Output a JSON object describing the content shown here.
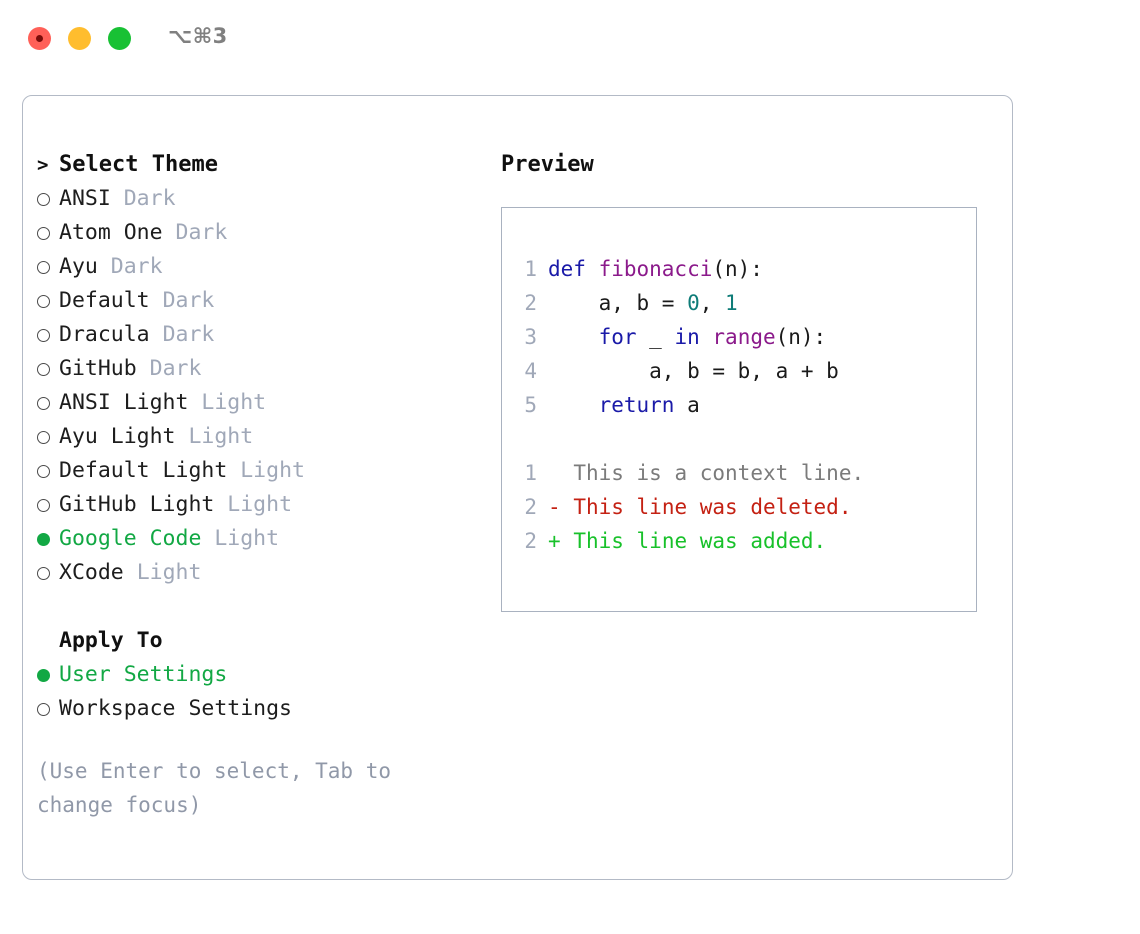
{
  "window": {
    "shortcut": "⌥⌘3",
    "traffic_lights": [
      "close-button",
      "minimize-button",
      "maximize-button"
    ]
  },
  "theme_picker": {
    "header_marker": ">",
    "header_label": "Select Theme",
    "unselected_marker": "○",
    "selected_marker": "●",
    "accent_color": "#12a844",
    "themes": [
      {
        "name": "ANSI",
        "category": "Dark",
        "selected": false
      },
      {
        "name": "Atom One",
        "category": "Dark",
        "selected": false
      },
      {
        "name": "Ayu",
        "category": "Dark",
        "selected": false
      },
      {
        "name": "Default",
        "category": "Dark",
        "selected": false
      },
      {
        "name": "Dracula",
        "category": "Dark",
        "selected": false
      },
      {
        "name": "GitHub",
        "category": "Dark",
        "selected": false
      },
      {
        "name": "ANSI Light",
        "category": "Light",
        "selected": false
      },
      {
        "name": "Ayu Light",
        "category": "Light",
        "selected": false
      },
      {
        "name": "Default Light",
        "category": "Light",
        "selected": false
      },
      {
        "name": "GitHub Light",
        "category": "Light",
        "selected": false
      },
      {
        "name": "Google Code",
        "category": "Light",
        "selected": true
      },
      {
        "name": "XCode",
        "category": "Light",
        "selected": false
      }
    ]
  },
  "apply_to": {
    "label": "Apply To",
    "options": [
      {
        "name": "User Settings",
        "selected": true
      },
      {
        "name": "Workspace Settings",
        "selected": false
      }
    ]
  },
  "hint": "(Use Enter to select, Tab to change focus)",
  "preview": {
    "title": "Preview",
    "code_lines": [
      {
        "number": "1",
        "tokens": [
          {
            "text": "def ",
            "kind": "kw"
          },
          {
            "text": "fibonacci",
            "kind": "fn"
          },
          {
            "text": "(n):",
            "kind": "pln"
          }
        ]
      },
      {
        "number": "2",
        "tokens": [
          {
            "text": "    a, b = ",
            "kind": "pln"
          },
          {
            "text": "0",
            "kind": "num"
          },
          {
            "text": ", ",
            "kind": "pln"
          },
          {
            "text": "1",
            "kind": "num"
          }
        ]
      },
      {
        "number": "3",
        "tokens": [
          {
            "text": "    ",
            "kind": "pln"
          },
          {
            "text": "for",
            "kind": "kw"
          },
          {
            "text": " _ ",
            "kind": "pln"
          },
          {
            "text": "in",
            "kind": "kw"
          },
          {
            "text": " ",
            "kind": "pln"
          },
          {
            "text": "range",
            "kind": "fn"
          },
          {
            "text": "(n):",
            "kind": "pln"
          }
        ]
      },
      {
        "number": "4",
        "tokens": [
          {
            "text": "        a, b = b, a + b",
            "kind": "pln"
          }
        ]
      },
      {
        "number": "5",
        "tokens": [
          {
            "text": "    ",
            "kind": "pln"
          },
          {
            "text": "return",
            "kind": "kw"
          },
          {
            "text": " a",
            "kind": "pln"
          }
        ]
      }
    ],
    "diff_lines": [
      {
        "number": "1",
        "sign": " ",
        "text": "This is a context line.",
        "kind": "ctx"
      },
      {
        "number": "2",
        "sign": "-",
        "text": "This line was deleted.",
        "kind": "del"
      },
      {
        "number": "2",
        "sign": "+",
        "text": "This line was added.",
        "kind": "add"
      }
    ]
  }
}
